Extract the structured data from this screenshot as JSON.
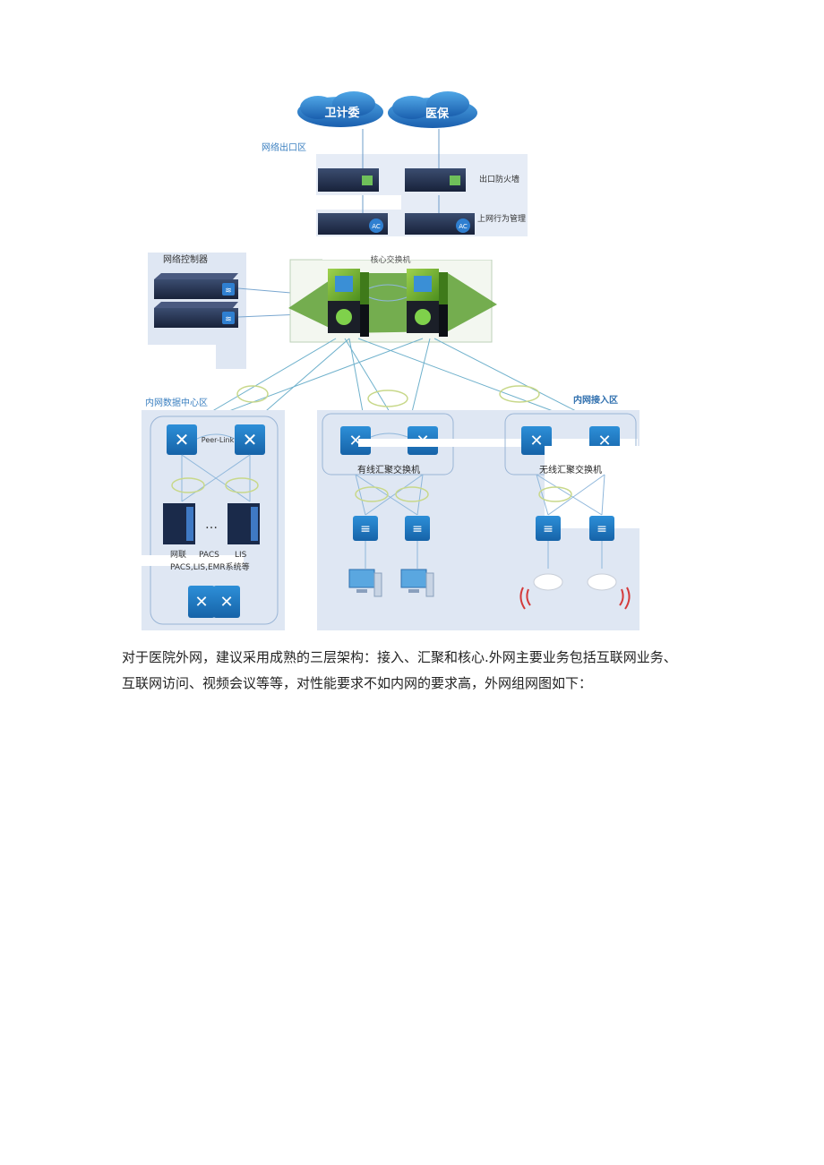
{
  "diagram": {
    "clouds": [
      {
        "label": "卫计委"
      },
      {
        "label": "医保"
      }
    ],
    "zones": {
      "exit": "网络出口区",
      "core_datacenter": "内网数据中心区",
      "access": "内网接入区"
    },
    "devices": {
      "firewall": "出口防火墙",
      "behavior_mgmt": "上网行为管理",
      "controller": "网络控制器",
      "core_switch": "核心交换机",
      "peer_link": "Peer-Link",
      "wired_agg": "有线汇聚交换机",
      "wireless_agg": "无线汇聚交换机",
      "ac_badge": "AC",
      "ellipsis": "…"
    },
    "servers": {
      "labels": [
        "网联",
        "PACS",
        "LIS"
      ],
      "caption": "PACS,LIS,EMR系统等"
    }
  },
  "body_text": {
    "line1": "对于医院外网，建议采用成熟的三层架构：接入、汇聚和核心.外网主要业务包括互联网业务、",
    "line2": "互联网访问、视频会议等等，对性能要求不如内网的要求高，外网组网图如下："
  }
}
